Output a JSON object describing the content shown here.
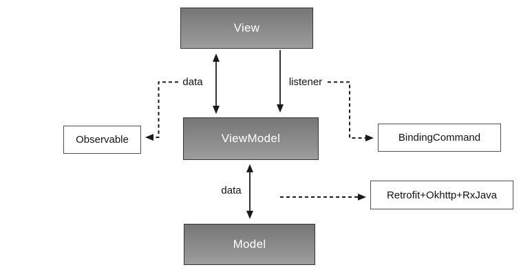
{
  "diagram": {
    "type": "flowchart",
    "background_color": "#ffffff",
    "nodes": [
      {
        "id": "view",
        "label": "View",
        "kind": "filled"
      },
      {
        "id": "viewmodel",
        "label": "ViewModel",
        "kind": "filled"
      },
      {
        "id": "model",
        "label": "Model",
        "kind": "filled"
      },
      {
        "id": "observable",
        "label": "Observable",
        "kind": "outlined"
      },
      {
        "id": "bindingcommand",
        "label": "BindingCommand",
        "kind": "outlined"
      },
      {
        "id": "retrofit",
        "label": "Retrofit+Okhttp+RxJava",
        "kind": "outlined"
      }
    ],
    "edges": [
      {
        "from": "view",
        "to": "viewmodel",
        "label": "data",
        "style": "solid",
        "arrows": "both"
      },
      {
        "from": "view",
        "to": "viewmodel",
        "label": "listener",
        "style": "solid",
        "arrows": "forward"
      },
      {
        "from": "viewmodel",
        "to": "model",
        "label": "data",
        "style": "solid",
        "arrows": "both"
      },
      {
        "from": "data",
        "to": "observable",
        "label": "",
        "style": "dashed",
        "arrows": "forward"
      },
      {
        "from": "listener",
        "to": "bindingcommand",
        "label": "",
        "style": "dashed",
        "arrows": "forward"
      },
      {
        "from": "viewmodel",
        "to": "retrofit",
        "label": "",
        "style": "dashed",
        "arrows": "forward"
      }
    ],
    "colors": {
      "filled_node_gradient_top": "#767676",
      "filled_node_gradient_bottom": "#9d9d9d",
      "filled_node_border": "#333333",
      "filled_node_text": "#ffffff",
      "outlined_node_fill": "#ffffff",
      "outlined_node_border": "#4d4d4d",
      "outlined_node_text": "#111111",
      "line_color": "#1a1a1a",
      "background": "#ffffff"
    }
  }
}
